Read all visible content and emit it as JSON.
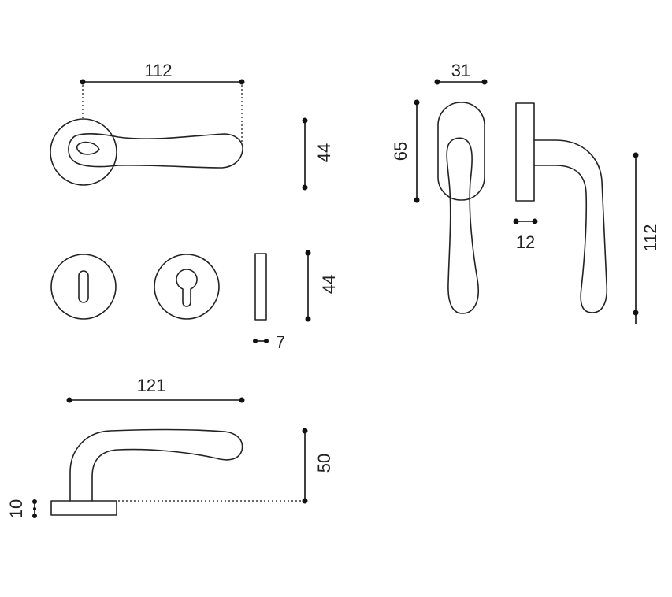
{
  "dimensions": {
    "lever_length": "112",
    "rose_diameter": "44",
    "escutcheon_diameter": "44",
    "escutcheon_thickness": "7",
    "lever_side_length": "121",
    "lever_height": "50",
    "rose_thickness": "10",
    "window_width": "31",
    "window_height": "65",
    "window_base_thickness": "12",
    "window_length": "112"
  }
}
